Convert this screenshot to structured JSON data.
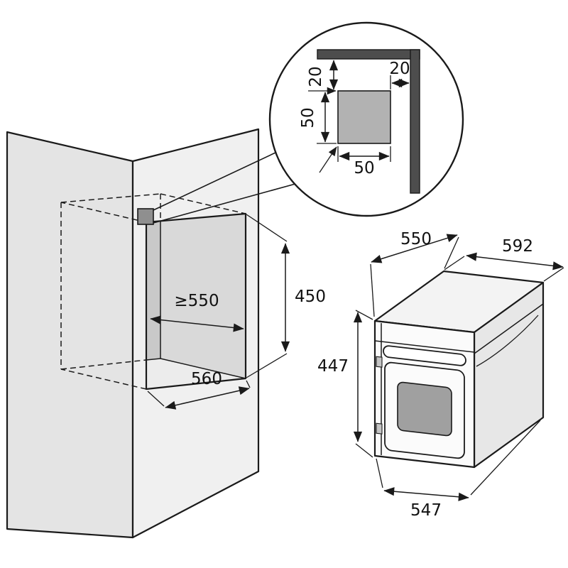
{
  "callout": {
    "offset_top_label": "20",
    "offset_right_label": "20",
    "cutout_height_label": "50",
    "cutout_width_label": "50"
  },
  "niche": {
    "depth_label": "≥550",
    "height_label": "450",
    "width_label": "560"
  },
  "oven": {
    "top_depth_label": "550",
    "width_label": "592",
    "height_label": "447",
    "bottom_depth_label": "547"
  },
  "colors": {
    "line": "#1a1a1a",
    "cabinet_left_face": "#e4e4e4",
    "cabinet_right_face": "#f0f0f0",
    "niche_wall": "#d9d9d9",
    "niche_back": "#c9c9c9",
    "niche_floor": "#ececec",
    "cutout_marker": "#8f8f8f",
    "callout_bars": "#4d4d4d",
    "callout_square": "#b2b2b2",
    "oven_window": "#a0a0a0"
  }
}
